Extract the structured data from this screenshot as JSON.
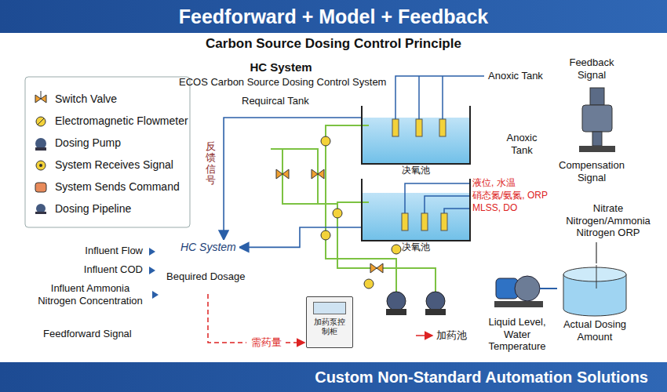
{
  "diagram": {
    "title": "Feedforward + Model + Feedback",
    "caption": "Custom Non-Standard Automation Solutions",
    "nodes": [
      {
        "text": [
          "决氧池"
        ]
      },
      {
        "text": [
          "决氧池"
        ]
      },
      {
        "text": [
          "HC System"
        ]
      },
      {
        "text": [
          "加药泵控制柜"
        ]
      },
      {
        "text": [
          "Actual Dosing Amount"
        ]
      }
    ],
    "edges": [
      {
        "from": 0,
        "to": 2,
        "arrow": "to"
      },
      {
        "from": 1,
        "to": 2,
        "arrow": "to"
      }
    ],
    "labels": [
      "Carbon Source Dosing Control Principle",
      "HC System",
      "ECOS Carbon Source Dosing Control System",
      "Requircal Tank",
      "反馈信号",
      "Anoxic Tank",
      "Anoxic Tank",
      "液位, 水温",
      "硝态氮/氨氮, ORP",
      "MLSS, DO",
      "Feedback Signal",
      "Compensation Signal",
      "Nitrate Nitrogen/Ammonia Nitrogen ORP",
      "Liquid Level, Water Temperature",
      "Influent Flow",
      "Influent COD",
      "Influent Ammonia Nitrogen Concentration",
      "Feedforward Signal",
      "Bequired Dosage",
      "需药量",
      "加药池"
    ],
    "legend": [
      {
        "text": "Switch Valve"
      },
      {
        "text": "Electromagnetic Flowmeter"
      },
      {
        "text": "Dosing Pump"
      },
      {
        "text": "System Receives Signal"
      },
      {
        "text": "System Sends Command"
      },
      {
        "text": "Dosing Pipeline"
      }
    ]
  }
}
